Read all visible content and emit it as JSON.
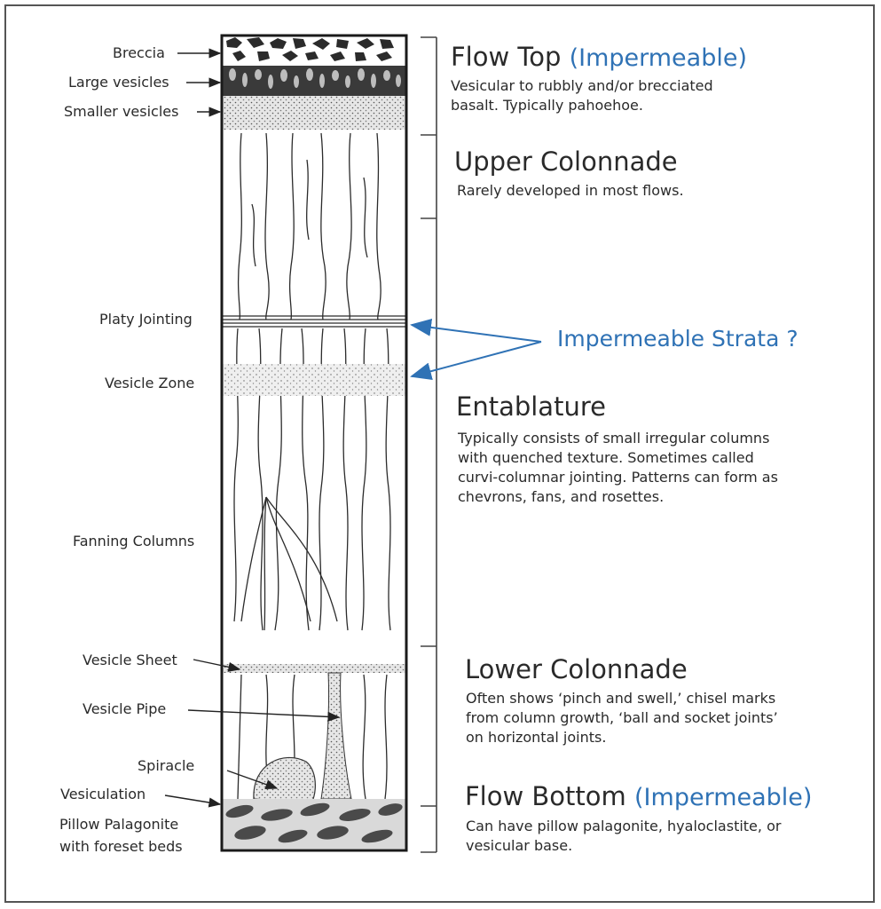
{
  "left_labels": [
    {
      "id": "breccia",
      "text": "Breccia"
    },
    {
      "id": "large-vesicles",
      "text": "Large vesicles"
    },
    {
      "id": "smaller-vesicles",
      "text": "Smaller vesicles"
    },
    {
      "id": "platy-jointing",
      "text": "Platy Jointing"
    },
    {
      "id": "vesicle-zone",
      "text": "Vesicle Zone"
    },
    {
      "id": "fanning-columns",
      "text": "Fanning Columns"
    },
    {
      "id": "vesicle-sheet",
      "text": "Vesicle Sheet"
    },
    {
      "id": "vesicle-pipe",
      "text": "Vesicle Pipe"
    },
    {
      "id": "spiracle",
      "text": "Spiracle"
    },
    {
      "id": "vesiculation",
      "text": "Vesiculation"
    },
    {
      "id": "pillow-palagonite-1",
      "text": "Pillow Palagonite"
    },
    {
      "id": "pillow-palagonite-2",
      "text": "with foreset beds"
    }
  ],
  "sections": {
    "flow_top": {
      "title": "Flow Top",
      "tag": "(Impermeable)",
      "lines": [
        "Vesicular to rubbly and/or brecciated",
        "basalt.  Typically pahoehoe."
      ]
    },
    "upper_colonnade": {
      "title": "Upper Colonnade",
      "lines": [
        "Rarely developed in most flows."
      ]
    },
    "entablature": {
      "title": "Entablature",
      "lines": [
        "Typically consists of small irregular columns",
        "with quenched texture. Sometimes called",
        "curvi-columnar jointing.  Patterns can form as",
        "chevrons, fans, and rosettes."
      ]
    },
    "lower_colonnade": {
      "title": "Lower Colonnade",
      "lines": [
        "Often shows ‘pinch and swell,’ chisel marks",
        "from column growth, ‘ball and socket joints’",
        "on horizontal joints."
      ]
    },
    "flow_bottom": {
      "title": "Flow Bottom",
      "tag": "(Impermeable)",
      "lines": [
        "Can have  pillow palagonite, hyaloclastite, or",
        "vesicular base."
      ]
    }
  },
  "annotation": {
    "text": "Impermeable Strata ?",
    "color": "#2f72b5"
  }
}
